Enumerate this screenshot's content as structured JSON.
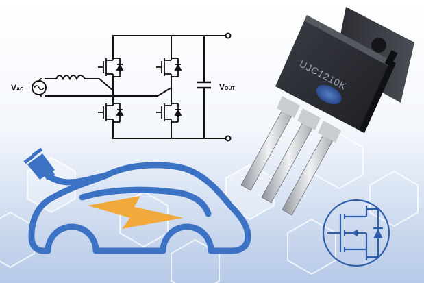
{
  "circuit": {
    "vac_main": "V",
    "vac_sub": "AC",
    "vout_main": "V",
    "vout_sub": "OUT"
  },
  "device": {
    "part_number": "UJC1210K"
  },
  "colors": {
    "car_outline": "#3b72c4",
    "bolt": "#f2a93b",
    "mosfet_symbol": "#2f5ea8",
    "background_top": "#ffffff",
    "background_bottom": "#b8cbe8"
  },
  "icons": [
    "ac-source-icon",
    "inductor-icon",
    "capacitor-icon",
    "mosfet-icon",
    "plug-icon",
    "electric-car-icon",
    "lightning-bolt-icon",
    "mosfet-symbol-icon"
  ]
}
